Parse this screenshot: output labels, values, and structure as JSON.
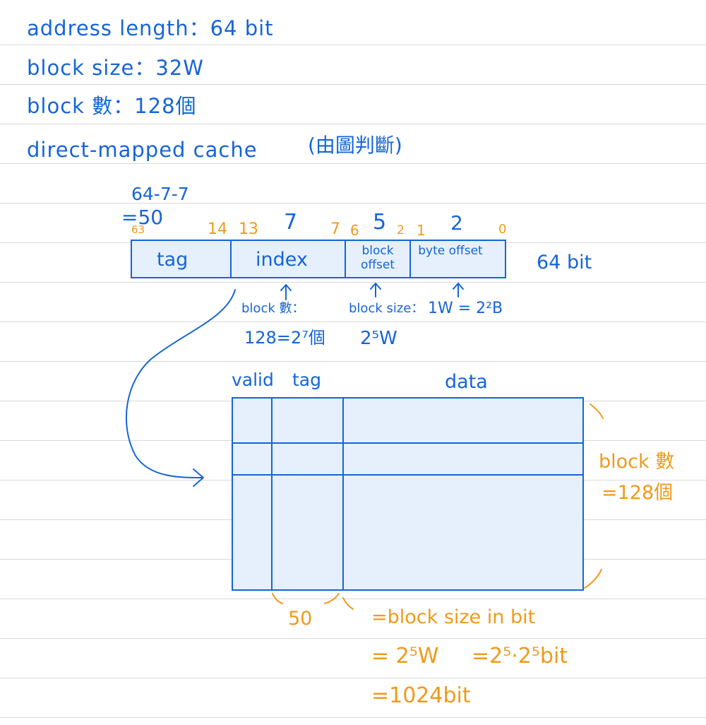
{
  "header": {
    "line1": "address length：64 bit",
    "line2": "block size：32W",
    "line3": "block 數：128個",
    "line4_main": "direct-mapped cache",
    "line4_note": "(由圖判斷)"
  },
  "address": {
    "calc_top": "64-7-7",
    "calc_bottom": "=50",
    "widths": {
      "index": "7",
      "block_offset": "5",
      "byte_offset": "2"
    },
    "bits": {
      "b63": "63",
      "b14": "14",
      "b13": "13",
      "b7": "7",
      "b6": "6",
      "b2": "2",
      "b1": "1",
      "b0": "0"
    },
    "fields": {
      "tag": "tag",
      "index": "index",
      "block_offset": "block offset",
      "byte_offset": "byte offset"
    },
    "total": "64 bit",
    "notes": {
      "index_a": "block 數：",
      "index_b": "128=2⁷個",
      "block_a": "block size：",
      "block_b": "2⁵W",
      "byte": "1W = 2²B"
    }
  },
  "cache": {
    "headers": {
      "valid": "valid",
      "tag": "tag",
      "data": "data"
    },
    "right_label_a": "block 數",
    "right_label_b": "=128個",
    "tag_width": "50",
    "data_calc": [
      "=block size in bit",
      "= 2⁵W",
      "=2⁵·2⁵bit",
      "=1024bit"
    ]
  },
  "colors": {
    "ink": "#1565d8",
    "annotation": "#ef9a1c",
    "fill": "#e6f0fc"
  }
}
